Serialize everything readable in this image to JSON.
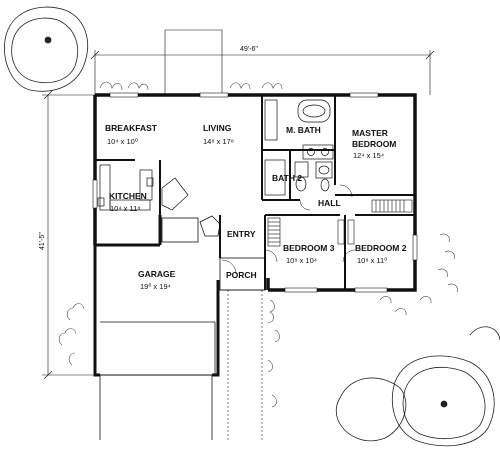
{
  "dimensions": {
    "width_label": "49'-6\"",
    "depth_label": "41'-5\""
  },
  "rooms": {
    "breakfast": {
      "name": "BREAKFAST",
      "size": "10⁴ x 10⁰"
    },
    "living": {
      "name": "LIVING",
      "size": "14⁸ x 17⁸"
    },
    "m_bath": {
      "name": "M. BATH"
    },
    "master": {
      "name_line1": "MASTER",
      "name_line2": "BEDROOM",
      "size": "12⁴ x 15⁴"
    },
    "bath2": {
      "name": "BATH 2"
    },
    "kitchen": {
      "name": "KITCHEN",
      "size": "10⁴ x 11⁸"
    },
    "hall": {
      "name": "HALL"
    },
    "entry": {
      "name": "ENTRY"
    },
    "bedroom3": {
      "name": "BEDROOM 3",
      "size": "10⁸ x 10⁴"
    },
    "bedroom2": {
      "name": "BEDROOM 2",
      "size": "10⁸ x 11⁰"
    },
    "garage": {
      "name": "GARAGE",
      "size": "19⁰ x 19⁴"
    },
    "porch": {
      "name": "PORCH"
    }
  }
}
